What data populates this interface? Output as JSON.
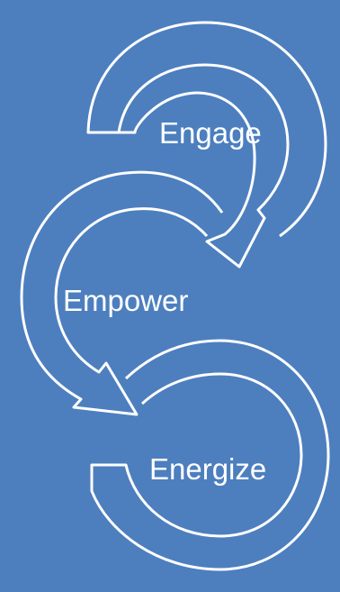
{
  "diagram": {
    "steps": [
      {
        "label": "Engage"
      },
      {
        "label": "Empower"
      },
      {
        "label": "Energize"
      }
    ],
    "colors": {
      "background": "#4d7fbf",
      "arrow_stroke": "#ffffff",
      "text": "#ffffff"
    }
  }
}
